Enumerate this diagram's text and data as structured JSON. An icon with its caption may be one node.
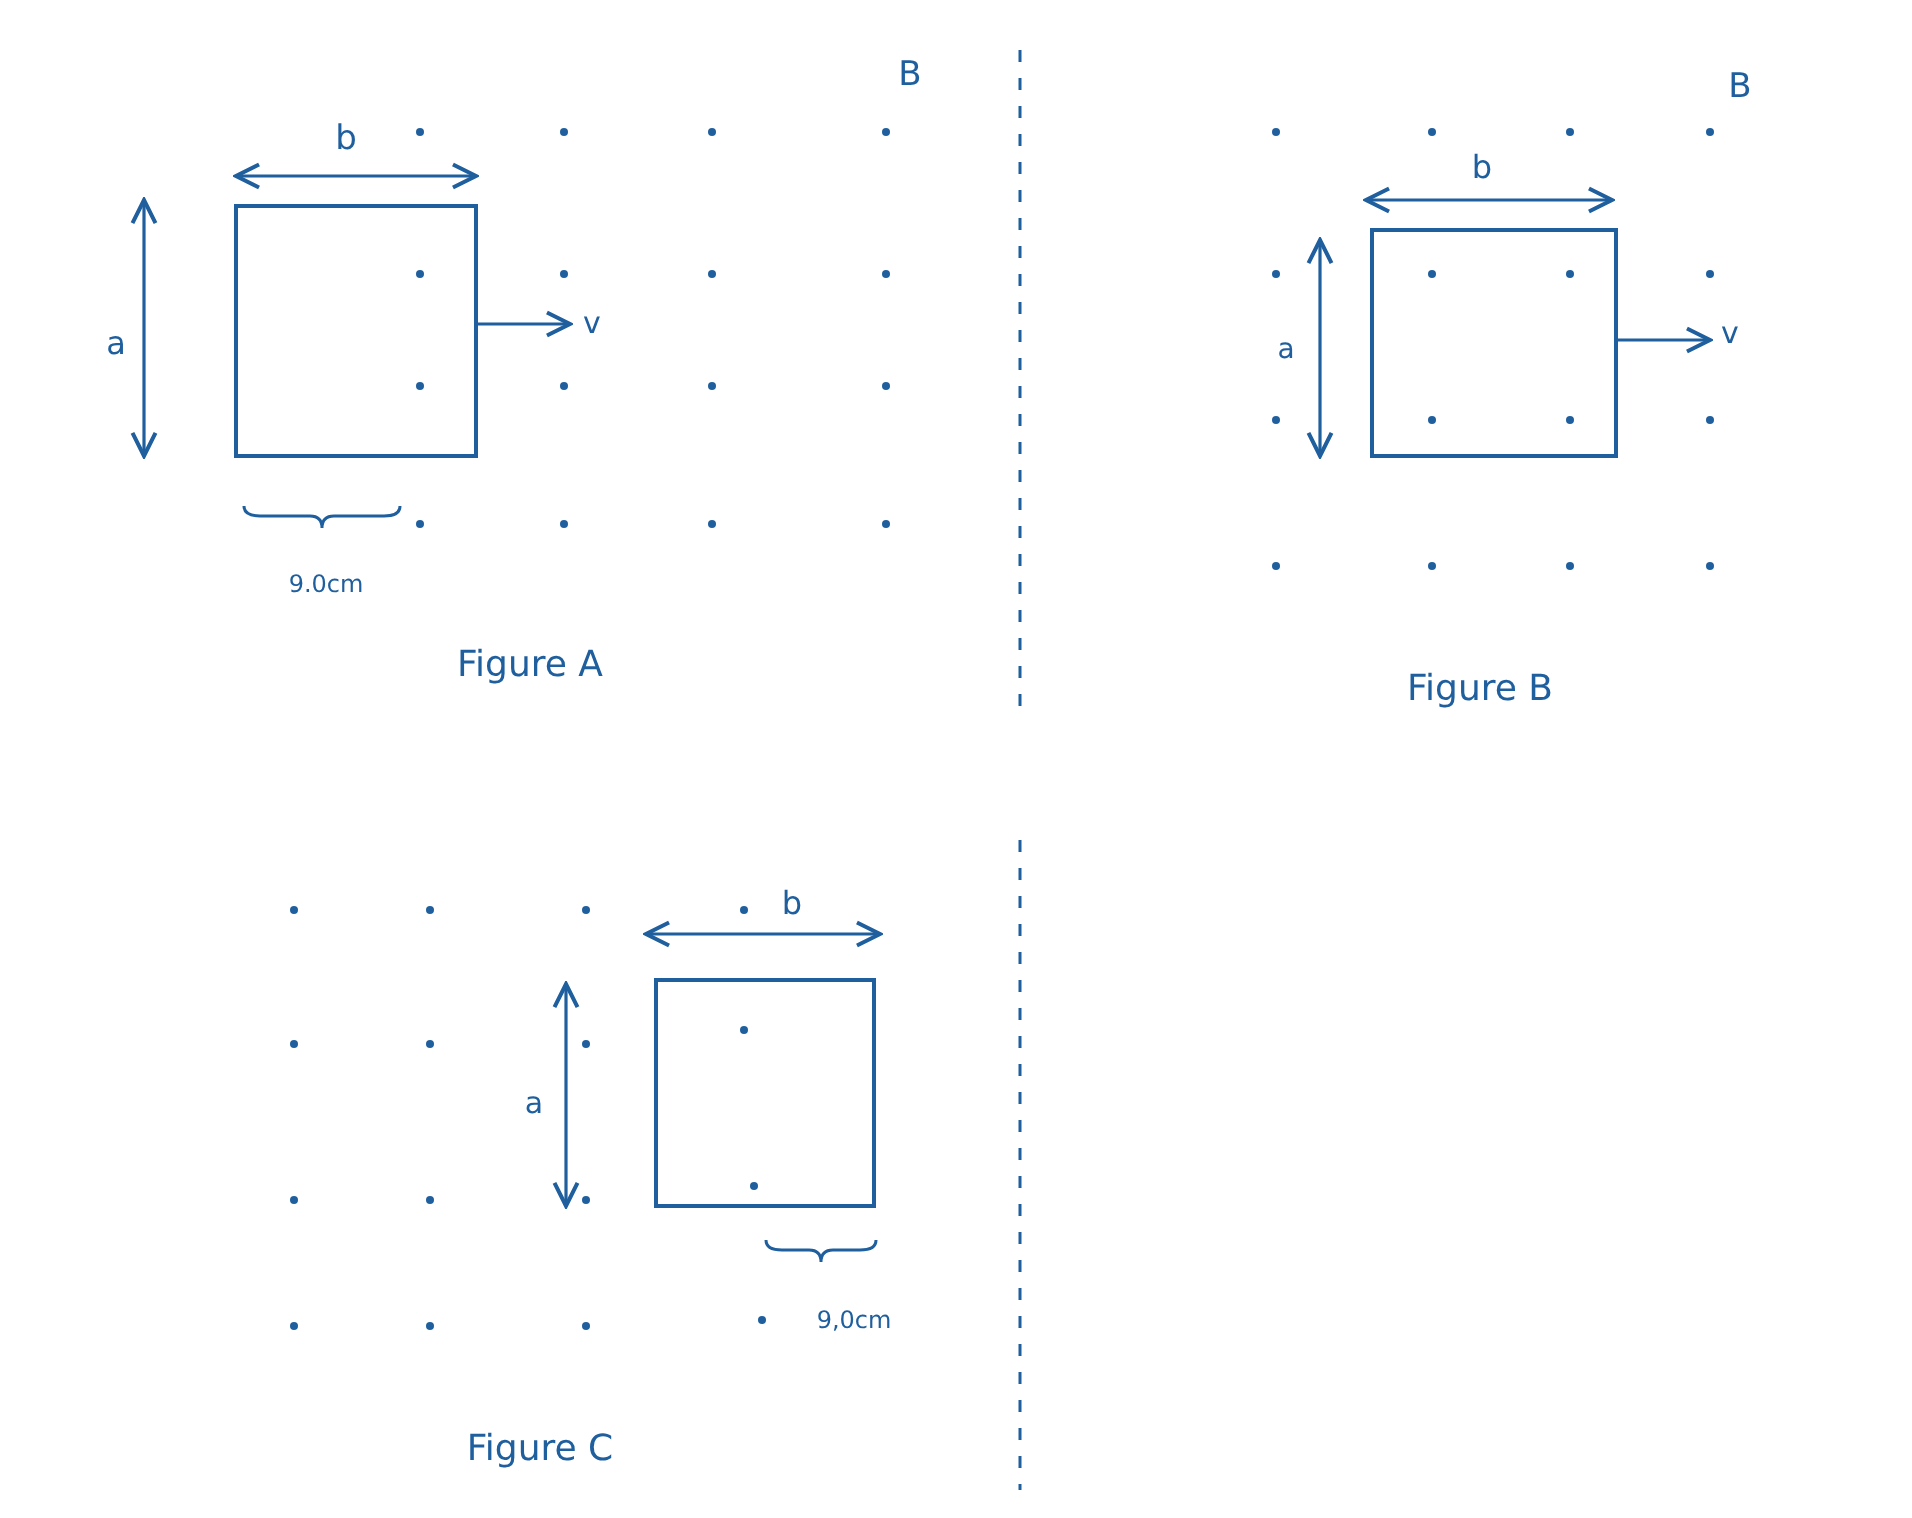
{
  "diagram": {
    "labels": [
      "b",
      "B",
      "a",
      "v",
      "9.0cm",
      "Figure A",
      "B",
      "b",
      "a",
      "v",
      "Figure B",
      "b",
      "a",
      "9,0cm",
      "Figure C"
    ]
  }
}
